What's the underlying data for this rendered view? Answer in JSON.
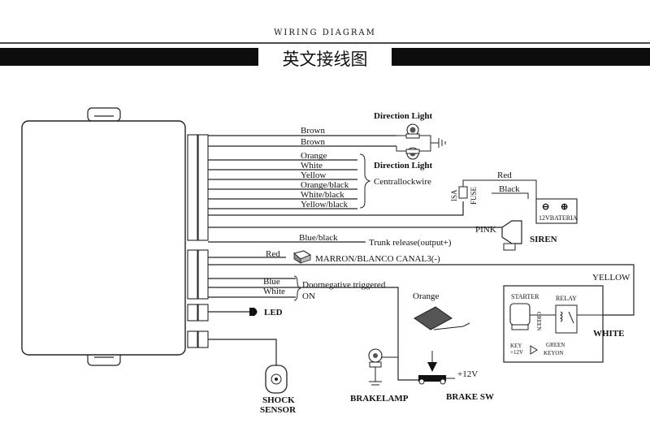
{
  "header": {
    "title": "WIRING DIAGRAM",
    "banner": "英文接线图"
  },
  "wires": {
    "brown1": "Brown",
    "brown2": "Brown",
    "orange": "Orange",
    "white": "White",
    "yellow": "Yellow",
    "orange_black": "Orange/black",
    "white_black": "White/black",
    "yellow_black": "Yellow/black",
    "central_lock": "Centrallockwire",
    "blue_black": "Blue/black",
    "trunk_release": "Trunk release(output+)",
    "red_led": "Red",
    "canal3": "MARRON/BLANCO CANAL3(-)",
    "blue": "Blue",
    "white2": "White",
    "door_negative": "Doornegative triggered",
    "on": "ON"
  },
  "components": {
    "direction_light_1": "Direction Light",
    "direction_light_2": "Direction Light",
    "red": "Red",
    "black": "Black",
    "isa": "ISA",
    "fuse": "FUSE",
    "battery": "12VBATERIA",
    "pink": "PINK",
    "siren": "SIREN",
    "yellow": "YELLOW",
    "starter": "STARTER",
    "relay": "RELAY",
    "green_vertical": "GREEN",
    "green": "GREEN",
    "key": "KEY",
    "plus12v_small": "+12V",
    "keyon": "KEYON",
    "white": "WHITE",
    "led": "LED",
    "orange": "Orange",
    "plus12v": "+12V",
    "brakelamp": "BRAKELAMP",
    "brake_sw": "BRAKE SW",
    "shock": "SHOCK",
    "sensor": "SENSOR"
  }
}
